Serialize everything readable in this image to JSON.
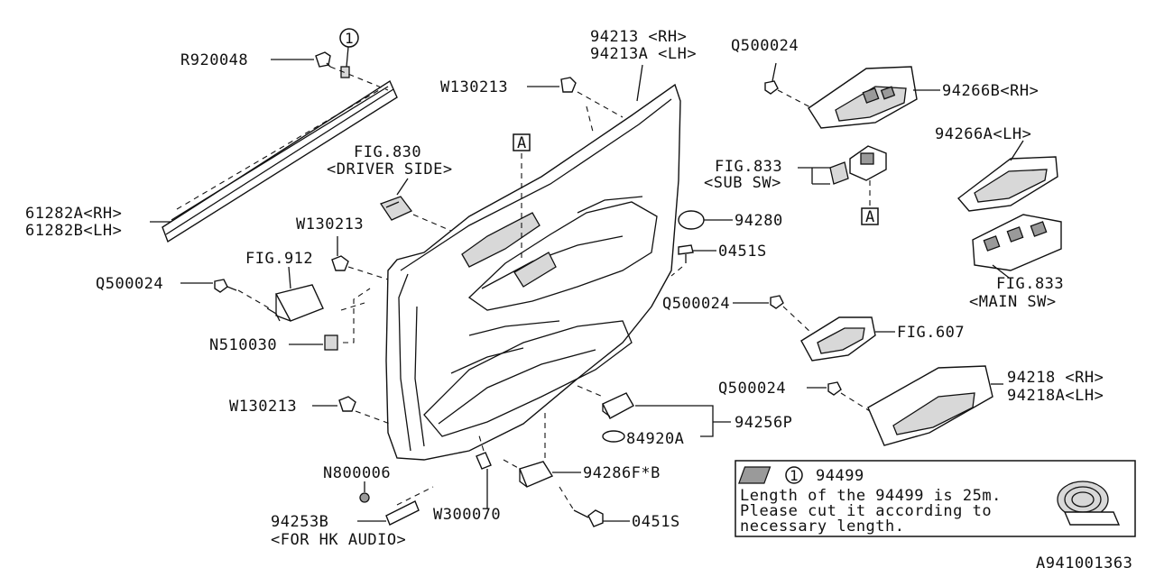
{
  "labels": {
    "r920048": "R920048",
    "circle1": "1",
    "p94213": "94213  <RH>",
    "p94213a": "94213A <LH>",
    "q500024_top": "Q500024",
    "p94266b": "94266B<RH>",
    "w130213_top": "W130213",
    "a_marker_door": "A",
    "fig830": "FIG.830",
    "fig830_sub": "<DRIVER SIDE>",
    "fig833_sub": "FIG.833",
    "fig833_sub2": "<SUB SW>",
    "p94266a": "94266A<LH>",
    "a_marker_sw": "A",
    "p61282a": "61282A<RH>",
    "p61282b": "61282B<LH>",
    "w130213_mid": "W130213",
    "p94280": "94280",
    "fig912": "FIG.912",
    "p0451s_top": "0451S",
    "fig833_main": "FIG.833",
    "fig833_main2": "<MAIN SW>",
    "q500024_left": "Q500024",
    "q500024_mid": "Q500024",
    "n510030": "N510030",
    "fig607": "FIG.607",
    "q500024_low": "Q500024",
    "p94218": "94218  <RH>",
    "p94218a": "94218A<LH>",
    "w130213_low": "W130213",
    "p94256p": "94256P",
    "p84920a": "84920A",
    "n800006": "N800006",
    "p94286fb": "94286F*B",
    "w300070": "W300070",
    "p0451s_low": "0451S",
    "p94253b": "94253B",
    "p94253b_sub": "<FOR HK AUDIO>",
    "diagram_id": "A941001363"
  },
  "note": {
    "circle": "1",
    "part": "94499",
    "line1": "Length of the 94499 is 25m.",
    "line2": "Please cut it according to",
    "line3": "necessary length."
  }
}
